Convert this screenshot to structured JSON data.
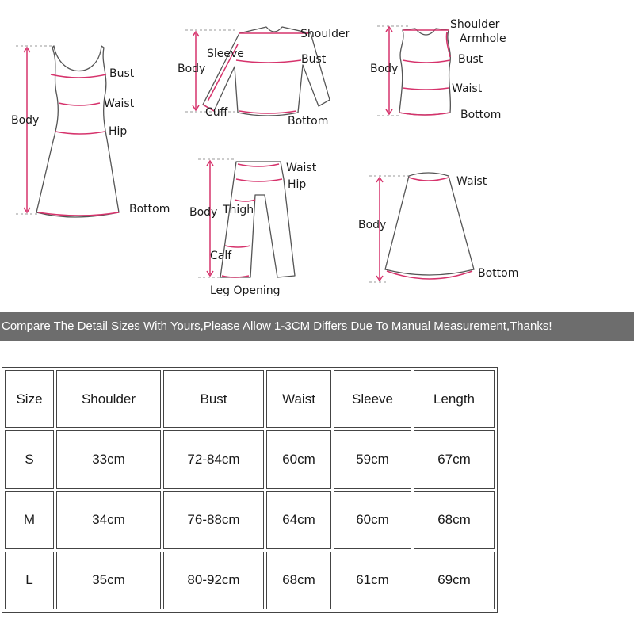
{
  "diagram": {
    "dress": {
      "bust": "Bust",
      "waist": "Waist",
      "body": "Body",
      "hip": "Hip",
      "bottom": "Bottom"
    },
    "top": {
      "shoulder": "Shoulder",
      "sleeve": "Sleeve",
      "body": "Body",
      "bust": "Bust",
      "cuff": "Cuff",
      "bottom": "Bottom"
    },
    "tank": {
      "shoulder": "Shoulder",
      "armhole": "Armhole",
      "body": "Body",
      "bust": "Bust",
      "waist": "Waist",
      "bottom": "Bottom"
    },
    "pants": {
      "waist": "Waist",
      "hip": "Hip",
      "body": "Body",
      "thigh": "Thigh",
      "calf": "Calf",
      "leg_opening": "Leg Opening"
    },
    "skirt": {
      "waist": "Waist",
      "body": "Body",
      "bottom": "Bottom"
    }
  },
  "banner": "Compare The Detail Sizes With Yours,Please Allow 1-3CM Differs Due To Manual Measurement,Thanks!",
  "table": {
    "headers": [
      "Size",
      "Shoulder",
      "Bust",
      "Waist",
      "Sleeve",
      "Length"
    ],
    "rows": [
      [
        "S",
        "33cm",
        "72-84cm",
        "60cm",
        "59cm",
        "67cm"
      ],
      [
        "M",
        "34cm",
        "76-88cm",
        "64cm",
        "60cm",
        "68cm"
      ],
      [
        "L",
        "35cm",
        "80-92cm",
        "68cm",
        "61cm",
        "69cm"
      ]
    ]
  }
}
